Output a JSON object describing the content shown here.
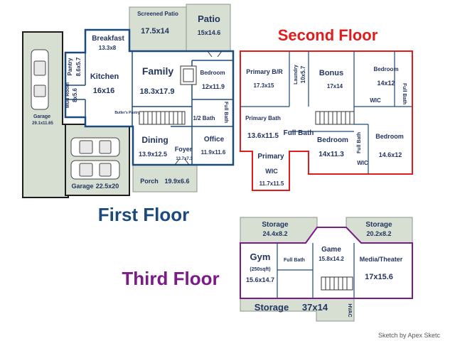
{
  "colors": {
    "first_floor": "#1d4a7d",
    "second_floor": "#e21c1c",
    "third_floor": "#7b1a88",
    "room_label": "#23355f",
    "exterior": "#d7dfd2"
  },
  "first_floor": {
    "title": "First Floor",
    "rooms": {
      "screened_patio": {
        "name": "Screened Patio",
        "size": "17.5x14"
      },
      "patio": {
        "name": "Patio",
        "size": "15x14.6"
      },
      "breakfast": {
        "name": "Breakfast",
        "size": "13.3x8"
      },
      "pantry": {
        "name": "Pantry",
        "size": "8.6x5.7"
      },
      "kitchen": {
        "name": "Kitchen",
        "size": "16x16"
      },
      "family": {
        "name": "Family",
        "size": "18.3x17.9"
      },
      "bedroom": {
        "name": "Bedroom",
        "size": "12x11.9"
      },
      "mud_room": {
        "name": "Mud Room",
        "size": "8x5.6"
      },
      "butlers_pantry": {
        "name": "Butler's Pantry"
      },
      "half_bath": {
        "name": "1/2 Bath"
      },
      "full_bath": {
        "name": "Full Bath"
      },
      "dining": {
        "name": "Dining",
        "size": "13.9x12.5"
      },
      "foyer": {
        "name": "Foyer",
        "size": "13.7x7.3"
      },
      "office": {
        "name": "Office",
        "size": "11.9x11.6"
      },
      "porch": {
        "name": "Porch",
        "size": "19.9x6.6"
      },
      "garage_left": {
        "name": "Garage",
        "size": "29.1x11.65"
      },
      "garage_main": {
        "name": "Garage",
        "size": "22.5x20"
      }
    }
  },
  "second_floor": {
    "title": "Second Floor",
    "rooms": {
      "primary_br": {
        "name": "Primary B/R",
        "size": "17.3x15"
      },
      "laundry": {
        "name": "Laundry",
        "size": "10x5.7"
      },
      "bonus": {
        "name": "Bonus",
        "size": "17x14"
      },
      "bedroom_a": {
        "name": "Bedroom",
        "size": "14x12"
      },
      "full_bath_a": {
        "name": "Full Bath"
      },
      "wic_a": {
        "name": "WIC"
      },
      "primary_bath": {
        "name": "Primary Bath",
        "size": "13.6x11.5"
      },
      "full_bath_b": {
        "name": "Full Bath"
      },
      "bedroom_b": {
        "name": "Bedroom",
        "size": "14x11.3"
      },
      "full_bath_c": {
        "name": "Full Bath"
      },
      "bedroom_c": {
        "name": "Bedroom",
        "size": "14.6x12"
      },
      "wic_b": {
        "name": "WIC"
      },
      "primary_wic": {
        "name": "Primary",
        "sub": "WIC",
        "size": "11.7x11.5"
      }
    }
  },
  "third_floor": {
    "title": "Third Floor",
    "rooms": {
      "storage_left": {
        "name": "Storage",
        "size": "24.4x8.2"
      },
      "storage_right": {
        "name": "Storage",
        "size": "20.2x8.2"
      },
      "gym": {
        "name": "Gym",
        "note": "(250sqft)",
        "size": "15.6x14.7"
      },
      "full_bath": {
        "name": "Full Bath"
      },
      "game": {
        "name": "Game",
        "size": "15.8x14.2"
      },
      "media": {
        "name": "Media/Theater",
        "size": "17x15.6"
      },
      "storage_bottom": {
        "name": "Storage",
        "size": "37x14"
      },
      "hvac": {
        "name": "HVAC"
      }
    }
  },
  "footer": "Sketch by Apex Sketc"
}
